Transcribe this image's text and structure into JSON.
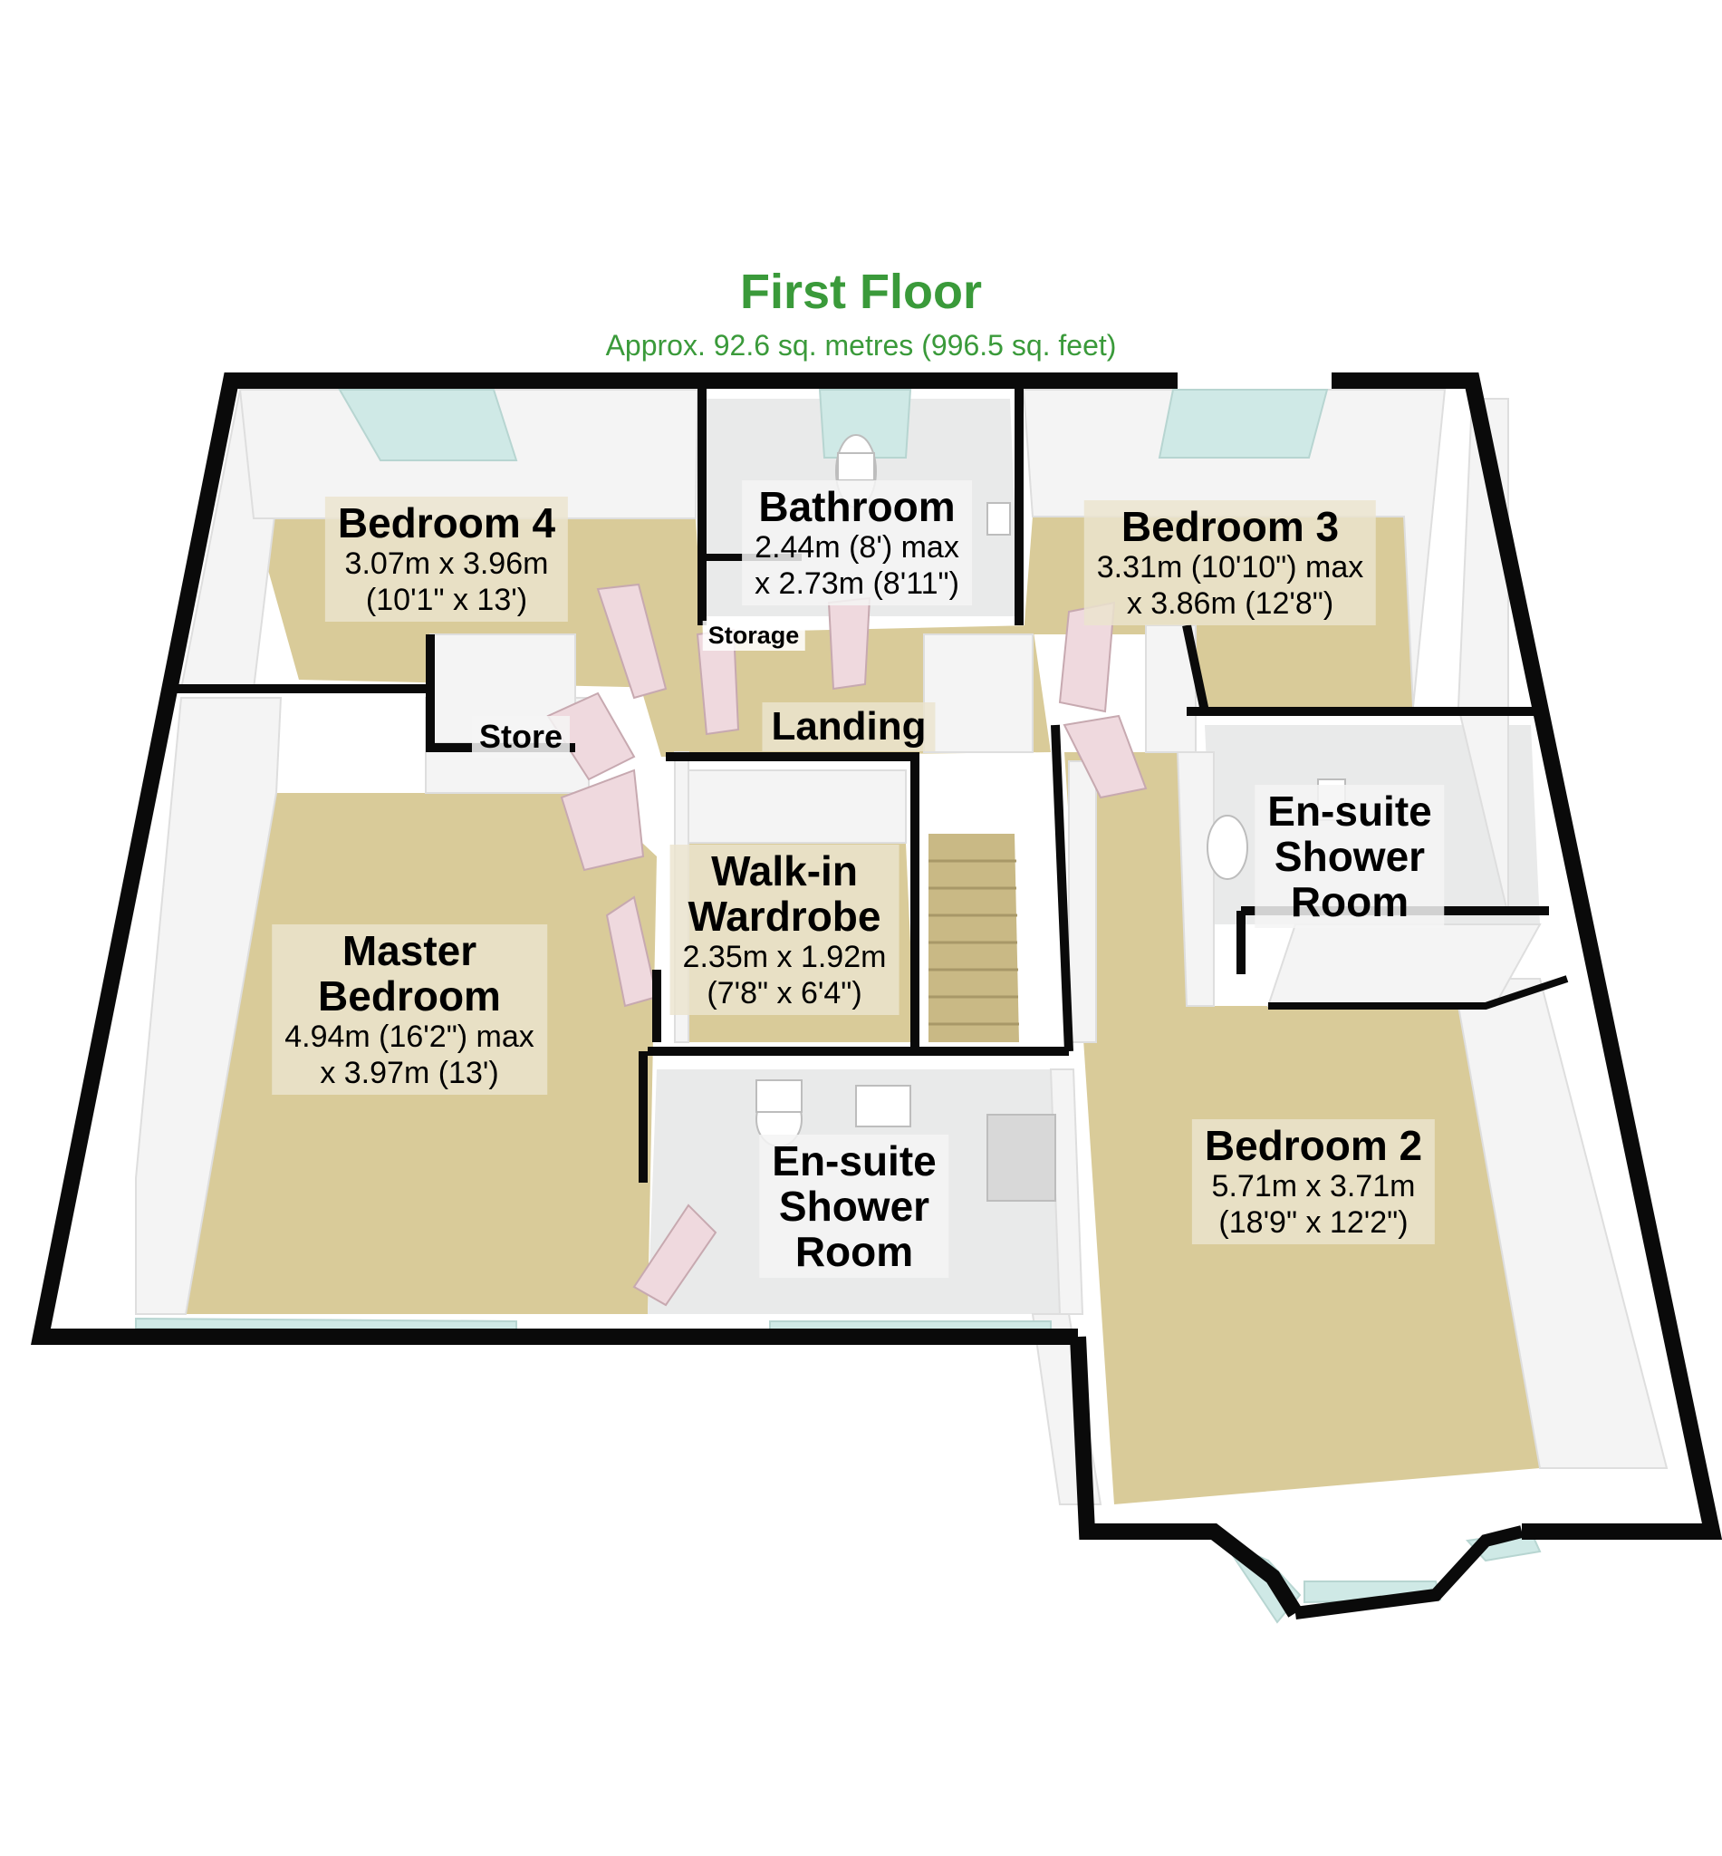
{
  "floor": {
    "title": "First Floor",
    "area": "Approx. 92.6 sq. metres (996.5 sq. feet)"
  },
  "colors": {
    "title_green": "#3a9a3a",
    "wall": "#0a0a0a",
    "carpet": "#d9cb99",
    "tile": "#e9eaea",
    "wall_face": "#f4f4f4",
    "window_glass": "#cfe9e6",
    "door": "#efd9de",
    "label_bg": "#ece4ce"
  },
  "rooms": {
    "bedroom4": {
      "name": "Bedroom 4",
      "dim1": "3.07m x 3.96m",
      "dim2": "(10'1\" x 13')"
    },
    "bathroom": {
      "name": "Bathroom",
      "dim1": "2.44m (8') max",
      "dim2": "x 2.73m (8'11\")"
    },
    "bedroom3": {
      "name": "Bedroom 3",
      "dim1": "3.31m (10'10\") max",
      "dim2": "x 3.86m (12'8\")"
    },
    "storage": {
      "name": "Storage"
    },
    "store": {
      "name": "Store"
    },
    "landing": {
      "name": "Landing"
    },
    "ensuite_right": {
      "line1": "En-suite",
      "line2": "Shower",
      "line3": "Room"
    },
    "walkin": {
      "line1": "Walk-in",
      "line2": "Wardrobe",
      "dim1": "2.35m x 1.92m",
      "dim2": "(7'8\" x 6'4\")"
    },
    "master": {
      "line1": "Master",
      "line2": "Bedroom",
      "dim1": "4.94m (16'2\") max",
      "dim2": "x 3.97m (13')"
    },
    "ensuite_center": {
      "line1": "En-suite",
      "line2": "Shower",
      "line3": "Room"
    },
    "bedroom2": {
      "name": "Bedroom 2",
      "dim1": "5.71m x 3.71m",
      "dim2": "(18'9\" x 12'2\")"
    }
  }
}
